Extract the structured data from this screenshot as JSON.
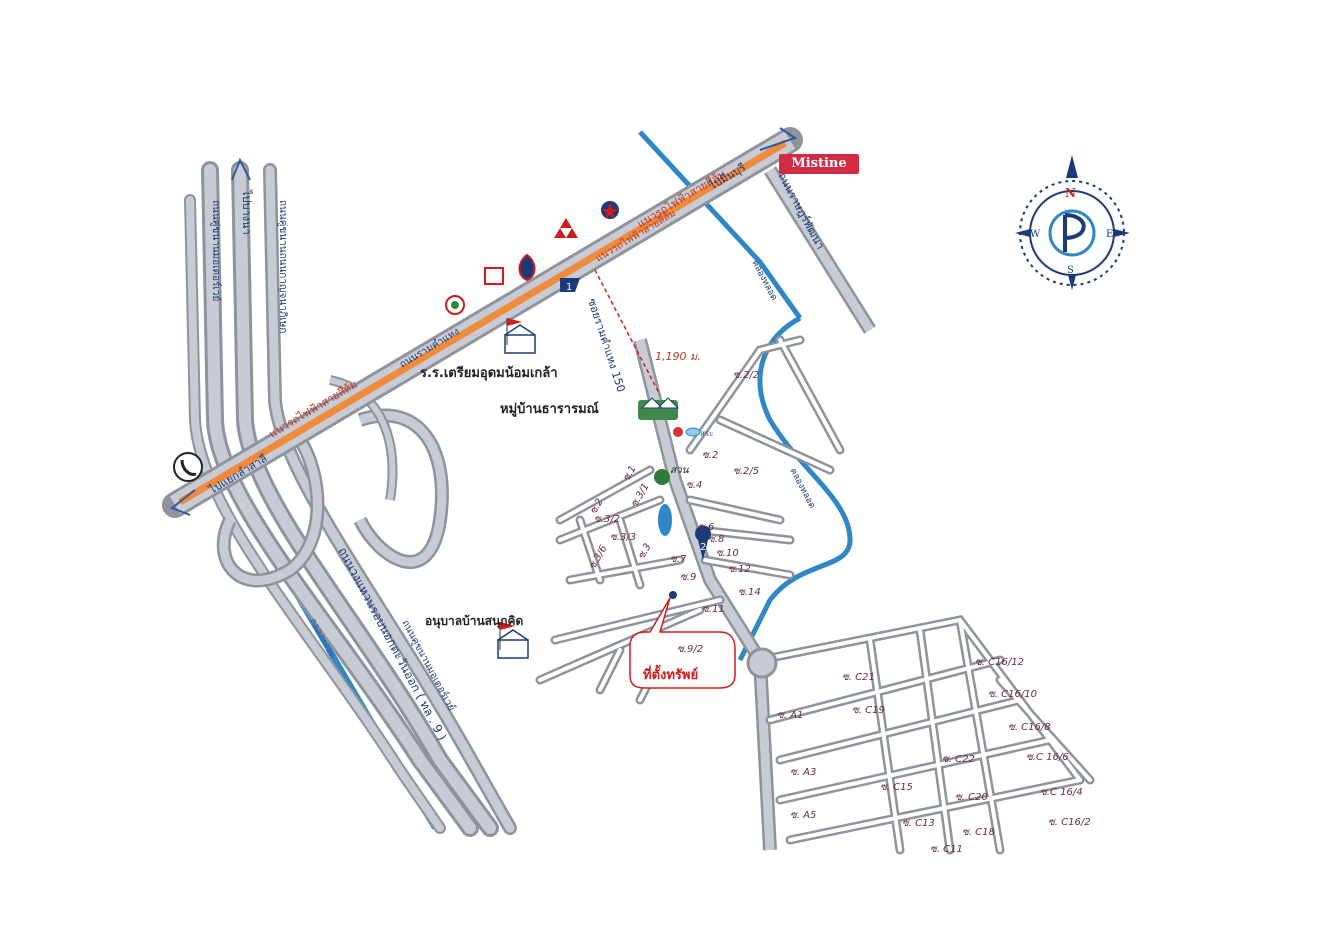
{
  "map": {
    "places": {
      "school": "ร.ร.เตรียมอุดมน้อมเกล้า",
      "village": "หมู่บ้านธารารมณ์",
      "kindergarten": "อนุบาลบ้านสนุกคิด",
      "property_soi": "ซ.9/2",
      "property": "ที่ตั้งทรัพย์",
      "park": "สวน"
    },
    "roads": {
      "ramkhamhaeng": "ถนนรามคำแหง",
      "orange_line_1": "แนวรถไฟฟ้าสายสีส้ม",
      "orange_line_2": "แนวรถไฟฟ้าสายสีส้ม",
      "orange_line_3": "แนวรถไฟฟ้าสายสีส้ม",
      "to_minburi": "ไปมีนบุรี",
      "to_lam_sali": "ไปแยกลำสาลี",
      "to_bang_na": "ไปบางนา",
      "soi_150": "ซอยรามคำแหง 150",
      "distance": "1,190 ม.",
      "rat_phatthana": "ถนนราษฎร์พัฒนา",
      "motorway": "ถนนวงแหวนรอบนอกตะวันออก ( ทล . 9 )",
      "motorway_service": "ถนนคู่ขนานมอเตอร์เวย์",
      "khlong_1": "คลองหลอด",
      "khlong_2": "คลองหลอด",
      "khlong_3": "คลองหลอด",
      "bus_route_text": "ถนนคู่ขนานถนนกาญจนาภิเษก"
    },
    "soi_labels": [
      "ซ.2/2",
      "ซ.2",
      "ซ.4",
      "ซ.2/5",
      "ซ.1",
      "ซ.3/1",
      "ซ.3/2",
      "ซ.3/3",
      "ซ.3/6",
      "ซ.3",
      "ซ.6",
      "ซ.8",
      "ซ.10",
      "ซ.12",
      "ซ.14",
      "ซ.7",
      "ซ.9",
      "ซ.11",
      "ซ.2"
    ],
    "grid_labels": [
      "ซ. C21",
      "ซ. C19",
      "ซ. A1",
      "ซ. A3",
      "ซ. A5",
      "ซ. C15",
      "ซ. C22",
      "ซ. C13",
      "ซ. C20",
      "ซ. C18",
      "ซ. C11",
      "ซ. C16/12",
      "ซ. C16/10",
      "ซ. C16/8",
      "ซ.C 16/6",
      "ซ.C 16/4",
      "ซ. C16/2"
    ],
    "markers": {
      "marker_1": "1",
      "marker_2": "2"
    },
    "brand_sign": "Mistine",
    "compass": {
      "n": "N",
      "s": "S",
      "e": "E",
      "w": "W"
    },
    "pool_label": "สระ"
  },
  "colors": {
    "road": "#c7cbd3",
    "road_outline": "#8e939c",
    "orange_line": "#f08a3c",
    "canal": "#2f87c8",
    "property_red": "#d21b1b",
    "soi_text": "#6b2a3a",
    "marker_navy": "#1a3a78"
  }
}
